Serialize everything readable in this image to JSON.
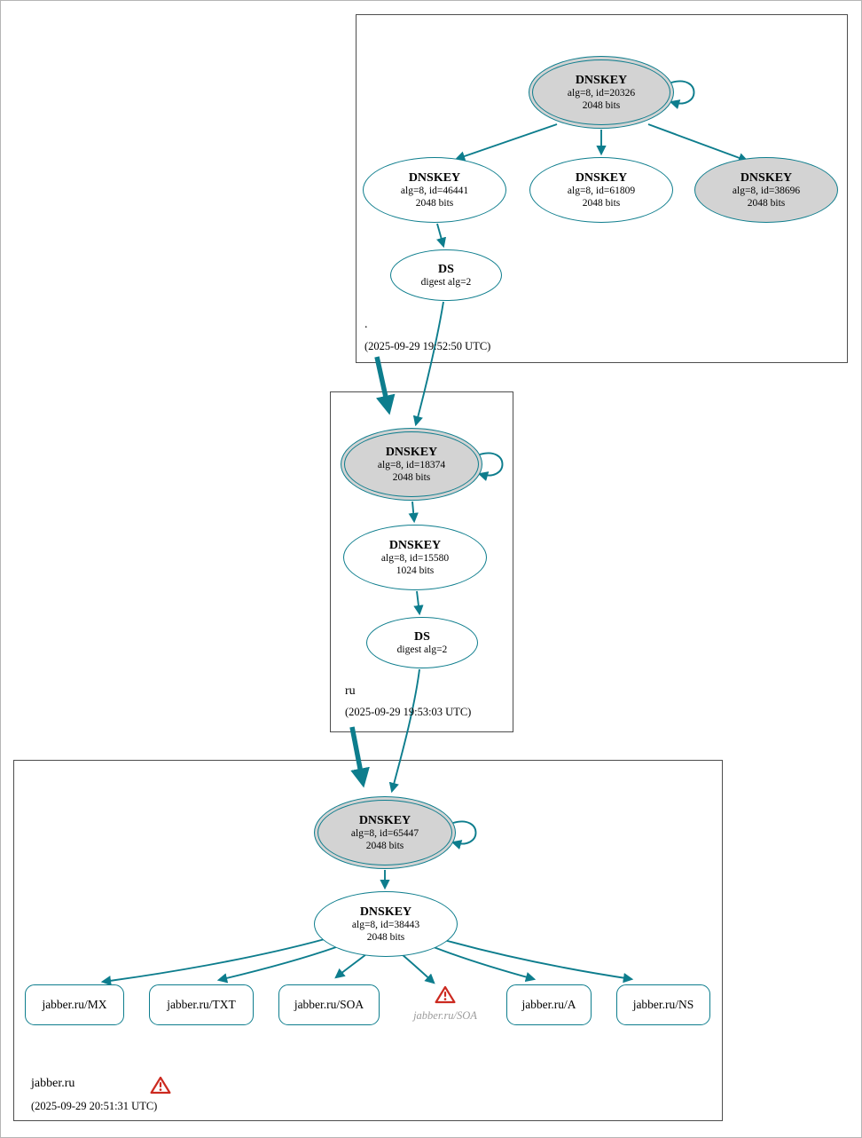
{
  "colors": {
    "edge": "#0d7d8d",
    "ksk_fill": "#d3d3d3",
    "warning": "#cc2a20"
  },
  "zones": {
    "root": {
      "name": ".",
      "timestamp": "(2025-09-29 19:52:50 UTC)",
      "ksk": {
        "label": "DNSKEY",
        "line1": "alg=8, id=20326",
        "line2": "2048 bits"
      },
      "keys": [
        {
          "label": "DNSKEY",
          "line1": "alg=8, id=46441",
          "line2": "2048 bits"
        },
        {
          "label": "DNSKEY",
          "line1": "alg=8, id=61809",
          "line2": "2048 bits"
        },
        {
          "label": "DNSKEY",
          "line1": "alg=8, id=38696",
          "line2": "2048 bits"
        }
      ],
      "ds": {
        "label": "DS",
        "line1": "digest alg=2"
      }
    },
    "ru": {
      "name": "ru",
      "timestamp": "(2025-09-29 19:53:03 UTC)",
      "ksk": {
        "label": "DNSKEY",
        "line1": "alg=8, id=18374",
        "line2": "2048 bits"
      },
      "zsk": {
        "label": "DNSKEY",
        "line1": "alg=8, id=15580",
        "line2": "1024 bits"
      },
      "ds": {
        "label": "DS",
        "line1": "digest alg=2"
      }
    },
    "jabber": {
      "name": "jabber.ru",
      "timestamp": "(2025-09-29 20:51:31 UTC)",
      "ksk": {
        "label": "DNSKEY",
        "line1": "alg=8, id=65447",
        "line2": "2048 bits"
      },
      "zsk": {
        "label": "DNSKEY",
        "line1": "alg=8, id=38443",
        "line2": "2048 bits"
      },
      "rrsets": [
        {
          "label": "jabber.ru/MX"
        },
        {
          "label": "jabber.ru/TXT"
        },
        {
          "label": "jabber.ru/SOA"
        },
        {
          "label": "jabber.ru/SOA"
        },
        {
          "label": "jabber.ru/A"
        },
        {
          "label": "jabber.ru/NS"
        }
      ]
    }
  }
}
